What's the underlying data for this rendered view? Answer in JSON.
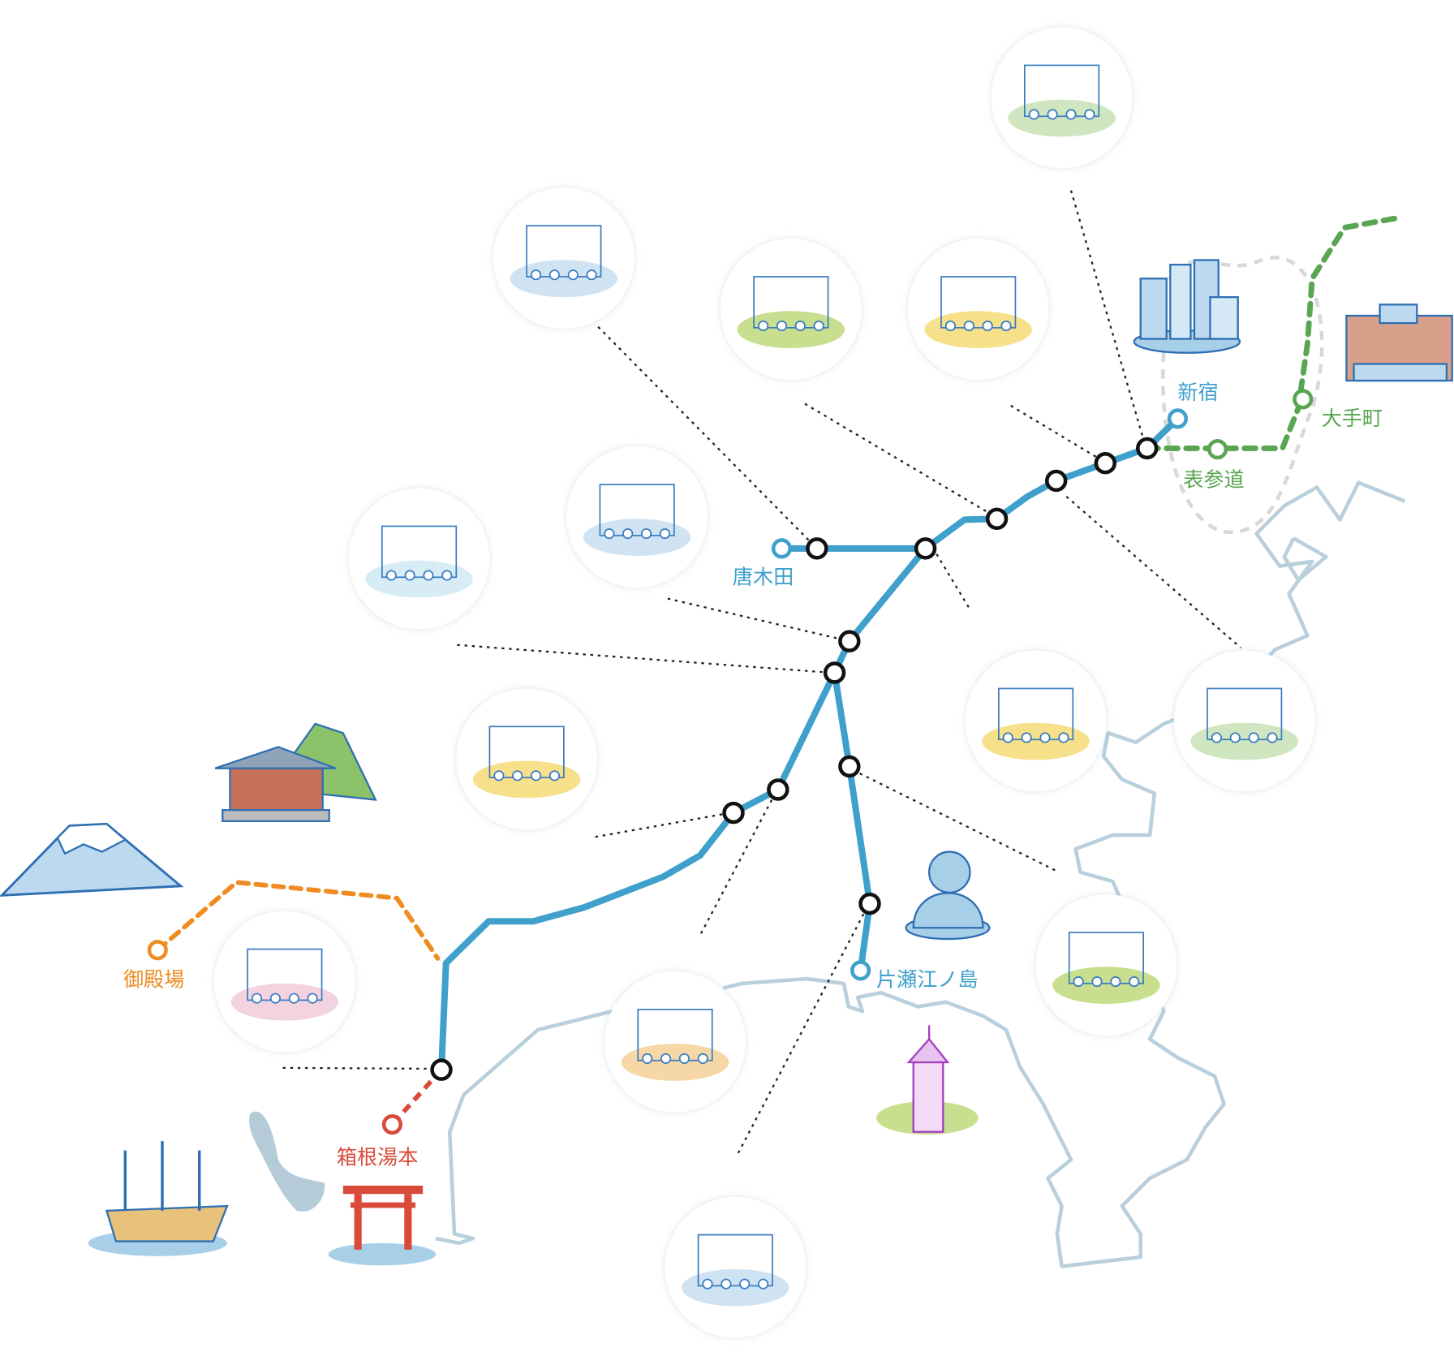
{
  "map": {
    "stations": {
      "shinjuku": "新宿",
      "omotesando": "表参道",
      "otemachi": "大手町",
      "karakida": "唐木田",
      "katase_enoshima": "片瀬江ノ島",
      "gotemba": "御殿場",
      "hakone_yumoto": "箱根湯本"
    },
    "colors": {
      "odakyu_line": "#3fa0cc",
      "metro_line": "#5aa552",
      "gotemba_line": "#ee8c22",
      "hakone_line": "#d94a3a",
      "coastline": "#b9cfdc",
      "yamanote": "#d8d8d8"
    },
    "spots": [
      {
        "name": "shimokitazawa-market",
        "icon": "cafe-terrace-illustration"
      },
      {
        "name": "station-plaza",
        "icon": "station-plaza-illustration"
      },
      {
        "name": "tama-riverside",
        "icon": "riverside-illustration"
      },
      {
        "name": "gourmet-festival",
        "icon": "food-festival-illustration"
      },
      {
        "name": "sports-park",
        "icon": "basketball-park-illustration"
      },
      {
        "name": "farmers-market",
        "icon": "market-illustration"
      },
      {
        "name": "local-food",
        "icon": "food-beer-illustration"
      },
      {
        "name": "art-museum",
        "icon": "museum-illustration"
      },
      {
        "name": "park-walk",
        "icon": "park-illustration"
      },
      {
        "name": "iris-garden",
        "icon": "iris-garden-illustration"
      },
      {
        "name": "odawara-castle",
        "icon": "castle-illustration"
      },
      {
        "name": "ebina-town",
        "icon": "town-illustration"
      },
      {
        "name": "enoshima-coast",
        "icon": "coast-illustration"
      }
    ]
  }
}
